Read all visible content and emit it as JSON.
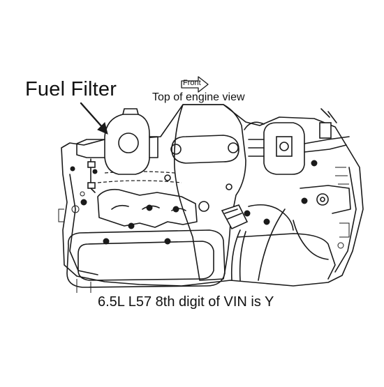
{
  "labels": {
    "fuel_filter": "Fuel Filter",
    "front": "Front",
    "top_view": "Top of engine view",
    "caption": "6.5L L57 8th digit of VIN is Y"
  },
  "colors": {
    "ink": "#1a1a1a",
    "background": "#ffffff"
  }
}
